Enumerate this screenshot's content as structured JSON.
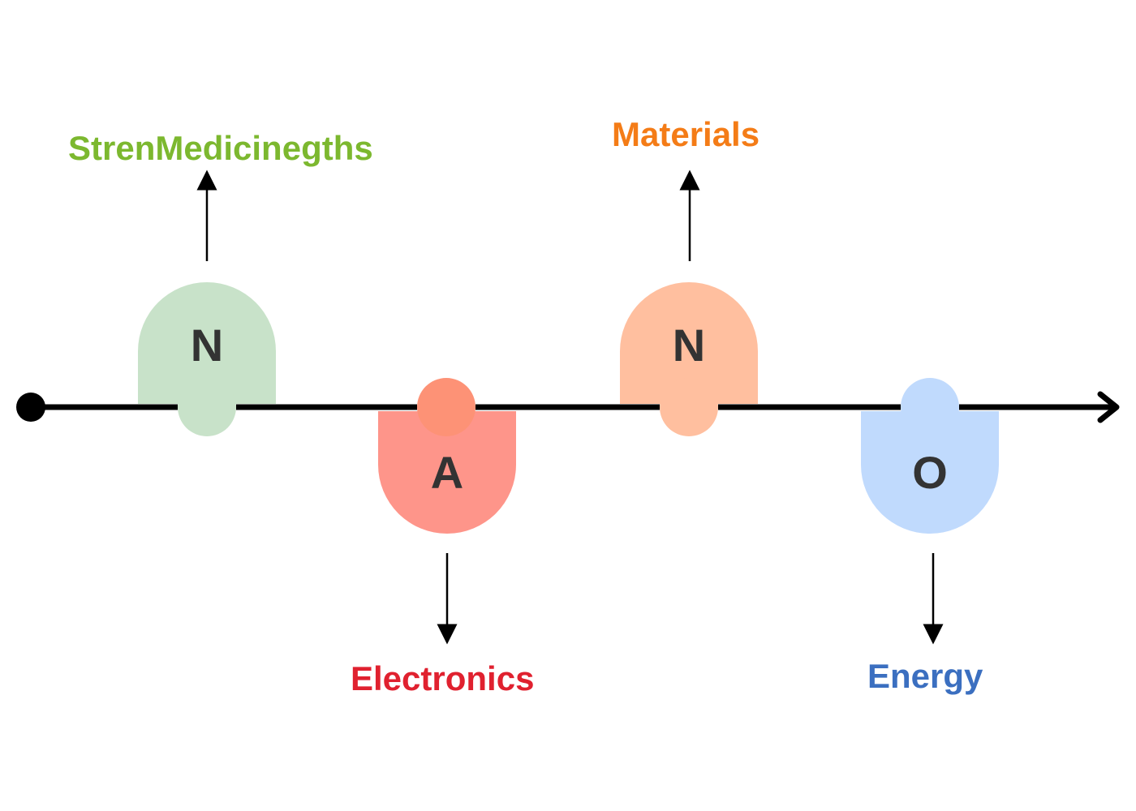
{
  "colors": {
    "axis": "#000000",
    "letter": "#333333",
    "node_n1_fill": "#c8e2c9",
    "node_a_fill": "#fe958a",
    "node_a_tab_fill": "#fd9276",
    "node_n2_fill": "#ffbf9f",
    "node_o_fill": "#c0dafd",
    "label_medicine": "#7cb82f",
    "label_electronics": "#e0212f",
    "label_materials": "#f47c17",
    "label_energy": "#3b6fc0"
  },
  "nodes": [
    {
      "letter": "N",
      "label": "StrenMedicinegths",
      "direction": "up"
    },
    {
      "letter": "A",
      "label": "Electronics",
      "direction": "down"
    },
    {
      "letter": "N",
      "label": "Materials",
      "direction": "up"
    },
    {
      "letter": "O",
      "label": "Energy",
      "direction": "down"
    }
  ]
}
